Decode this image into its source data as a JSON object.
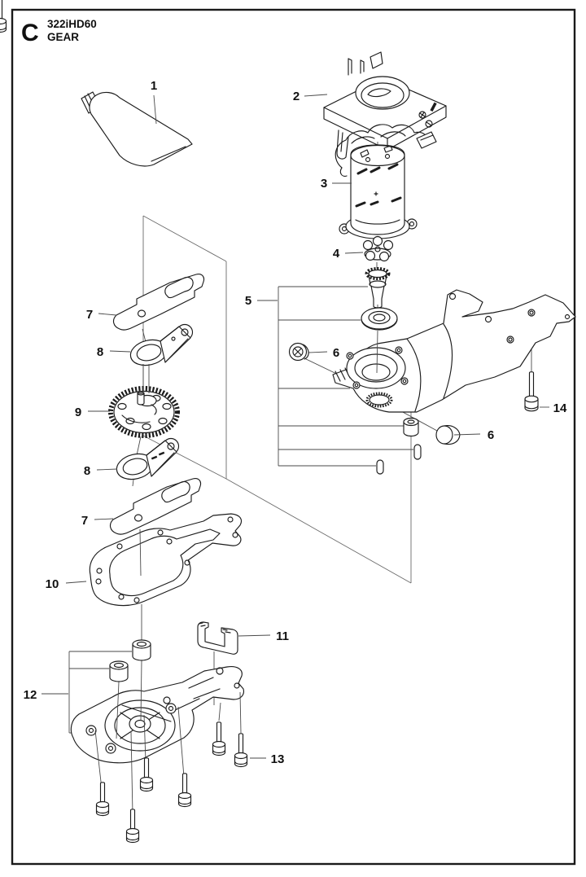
{
  "title_block": {
    "section_letter": "C",
    "model": "322iHD60",
    "section_name": "GEAR"
  },
  "parts": [
    {
      "number": "1"
    },
    {
      "number": "2"
    },
    {
      "number": "3"
    },
    {
      "number": "4"
    },
    {
      "number": "5"
    },
    {
      "number": "6"
    },
    {
      "number": "7"
    },
    {
      "number": "8"
    },
    {
      "number": "9"
    },
    {
      "number": "10"
    },
    {
      "number": "11"
    },
    {
      "number": "12"
    },
    {
      "number": "13"
    },
    {
      "number": "14"
    }
  ],
  "colors": {
    "line": "#1c1c1c",
    "background": "#ffffff"
  }
}
